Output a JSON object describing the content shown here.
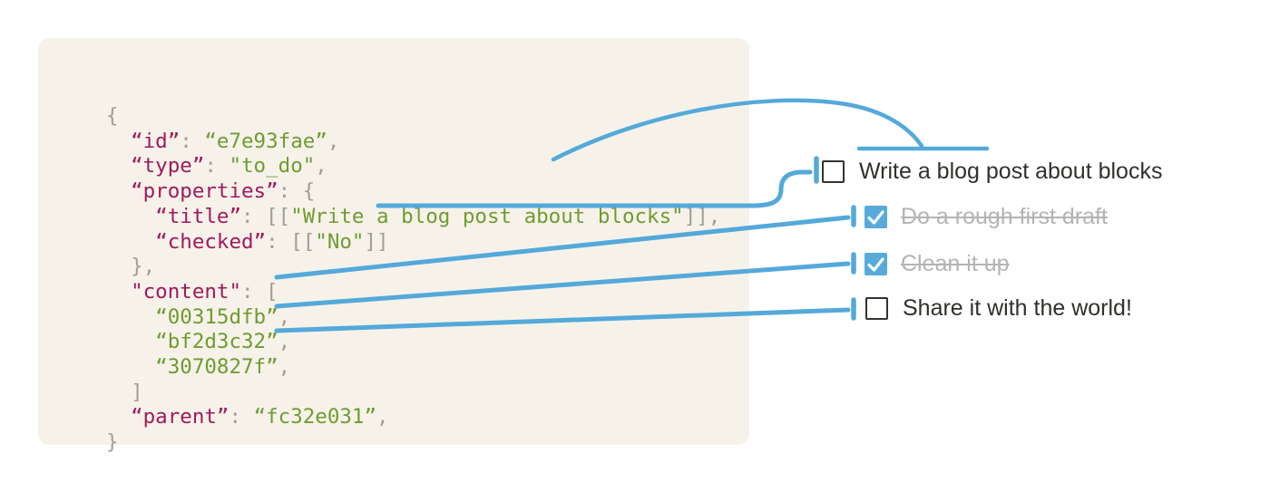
{
  "colors": {
    "panel_bg": "#F6F2EA",
    "code_key": "#A01A5A",
    "code_value": "#6F9C30",
    "code_punct": "#9E9E96",
    "arrow_blue": "#54A9DA",
    "checkbox_checked_bg": "#57ABDB",
    "checkbox_border": "#34322D",
    "todo_text": "#32302C",
    "todo_done_text": "#B5B4B2"
  },
  "code_panel": {
    "lines": [
      {
        "segments": [
          {
            "t": "{",
            "c": "p"
          }
        ]
      },
      {
        "segments": [
          {
            "t": "  ",
            "c": "p"
          },
          {
            "t": "“id”",
            "c": "k"
          },
          {
            "t": ": ",
            "c": "p"
          },
          {
            "t": "“e7e93fae”",
            "c": "v"
          },
          {
            "t": ",",
            "c": "p"
          }
        ]
      },
      {
        "segments": [
          {
            "t": "  ",
            "c": "p"
          },
          {
            "t": "“type”",
            "c": "k"
          },
          {
            "t": ": ",
            "c": "p"
          },
          {
            "t": "\"to_do\"",
            "c": "v"
          },
          {
            "t": ",",
            "c": "p"
          }
        ]
      },
      {
        "segments": [
          {
            "t": "  ",
            "c": "p"
          },
          {
            "t": "“properties”",
            "c": "k"
          },
          {
            "t": ": {",
            "c": "p"
          }
        ]
      },
      {
        "segments": [
          {
            "t": "    ",
            "c": "p"
          },
          {
            "t": "“title”",
            "c": "k"
          },
          {
            "t": ": [[",
            "c": "p"
          },
          {
            "t": "\"Write a blog post about blocks\"",
            "c": "v"
          },
          {
            "t": "]],",
            "c": "p"
          }
        ]
      },
      {
        "segments": [
          {
            "t": "    ",
            "c": "p"
          },
          {
            "t": "“checked”",
            "c": "k"
          },
          {
            "t": ": [[",
            "c": "p"
          },
          {
            "t": "\"No\"",
            "c": "v"
          },
          {
            "t": "]]",
            "c": "p"
          }
        ]
      },
      {
        "segments": [
          {
            "t": "  },",
            "c": "p"
          }
        ]
      },
      {
        "segments": [
          {
            "t": "  ",
            "c": "p"
          },
          {
            "t": "\"content\"",
            "c": "k"
          },
          {
            "t": ": [",
            "c": "p"
          }
        ]
      },
      {
        "segments": [
          {
            "t": "    ",
            "c": "p"
          },
          {
            "t": "“00315dfb”",
            "c": "v"
          },
          {
            "t": ",",
            "c": "p"
          }
        ]
      },
      {
        "segments": [
          {
            "t": "    ",
            "c": "p"
          },
          {
            "t": "“bf2d3c32”",
            "c": "v"
          },
          {
            "t": ",",
            "c": "p"
          }
        ]
      },
      {
        "segments": [
          {
            "t": "    ",
            "c": "p"
          },
          {
            "t": "“3070827f”",
            "c": "v"
          },
          {
            "t": ",",
            "c": "p"
          }
        ]
      },
      {
        "segments": [
          {
            "t": "  ]",
            "c": "p"
          }
        ]
      },
      {
        "segments": [
          {
            "t": "  ",
            "c": "p"
          },
          {
            "t": "“parent”",
            "c": "k"
          },
          {
            "t": ": ",
            "c": "p"
          },
          {
            "t": "“fc32e031”",
            "c": "v"
          },
          {
            "t": ",",
            "c": "p"
          }
        ]
      },
      {
        "segments": [
          {
            "t": "}",
            "c": "p"
          }
        ]
      }
    ]
  },
  "todo_list": {
    "items": [
      {
        "label": "Write a blog post about blocks",
        "checked": false
      },
      {
        "label": "Do a rough first draft",
        "checked": true
      },
      {
        "label": "Clean it up",
        "checked": true
      },
      {
        "label": "Share it with the world!",
        "checked": false
      }
    ]
  }
}
